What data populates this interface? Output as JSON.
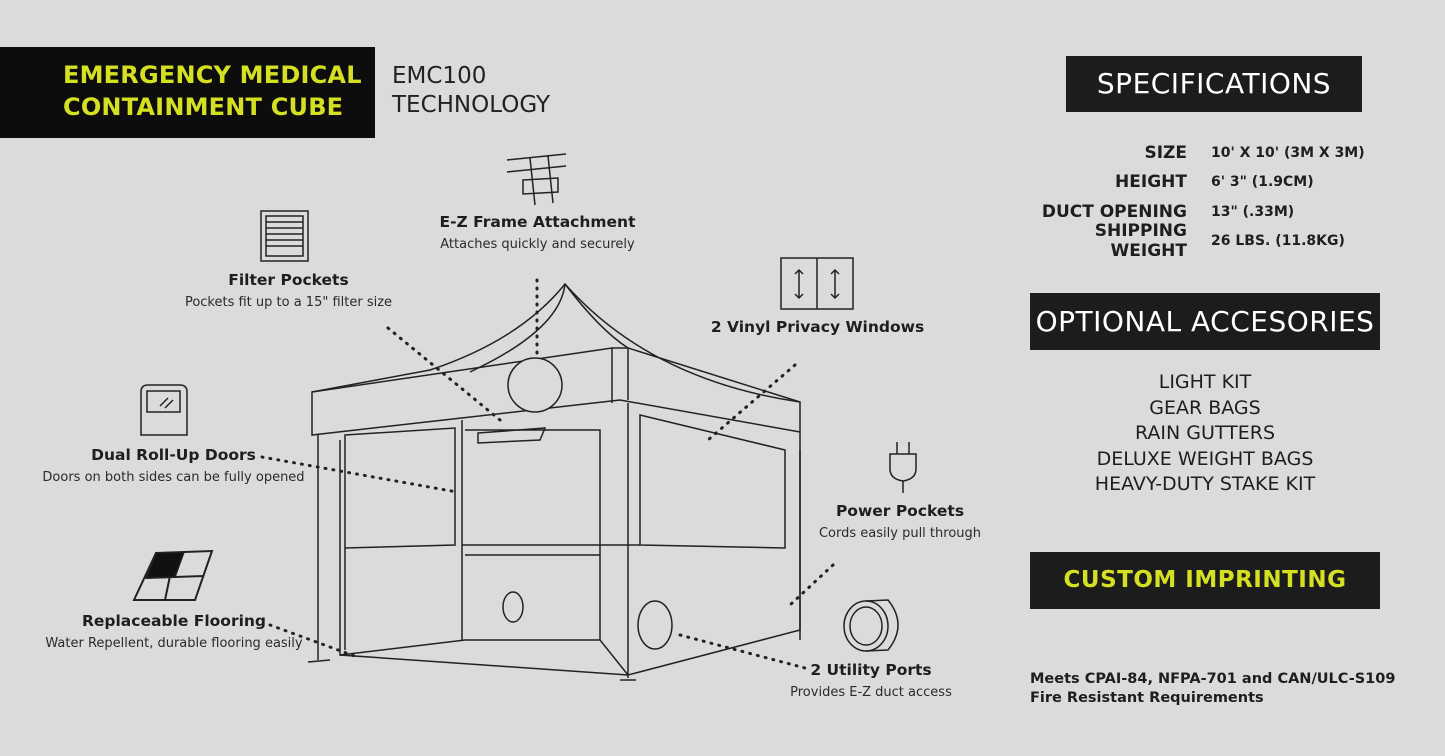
{
  "title": {
    "line1": "EMERGENCY MEDICAL",
    "line2": "CONTAINMENT CUBE"
  },
  "model": {
    "line1": "EMC100",
    "line2": "TECHNOLOGY"
  },
  "specifications": {
    "heading": "SPECIFICATIONS",
    "rows": [
      {
        "label": "SIZE",
        "value": "10' X 10' (3M X 3M)"
      },
      {
        "label": "HEIGHT",
        "value": "6' 3\" (1.9CM)"
      },
      {
        "label": "DUCT OPENING",
        "value": "13\" (.33M)"
      },
      {
        "label": "SHIPPING WEIGHT",
        "value": "26 LBS. (11.8KG)"
      }
    ]
  },
  "accessories": {
    "heading": "OPTIONAL ACCESORIES",
    "items": [
      "LIGHT KIT",
      "GEAR BAGS",
      "RAIN GUTTERS",
      "DELUXE WEIGHT BAGS",
      "HEAVY-DUTY STAKE KIT"
    ]
  },
  "imprinting": {
    "label": "CUSTOM IMPRINTING"
  },
  "compliance": {
    "line1": "Meets CPAI-84, NFPA-701 and CAN/ULC-S109",
    "line2": "Fire Resistant Requirements"
  },
  "callouts": {
    "frame": {
      "title": "E-Z Frame Attachment",
      "sub": "Attaches quickly and securely"
    },
    "filter": {
      "title": "Filter Pockets",
      "sub": "Pockets fit up to a 15\" filter size"
    },
    "windows": {
      "title": "2 Vinyl Privacy Windows"
    },
    "doors": {
      "title": "Dual Roll-Up Doors",
      "sub": "Doors on both sides can be fully opened"
    },
    "power": {
      "title": "Power Pockets",
      "sub": "Cords easily pull through"
    },
    "flooring": {
      "title": "Replaceable Flooring",
      "sub": "Water Repellent, durable flooring easily"
    },
    "ports": {
      "title": "2 Utility Ports",
      "sub": "Provides E-Z duct access"
    }
  },
  "colors": {
    "accent": "#d4e021",
    "dark": "#1c1c1c",
    "background": "#dcdbd9"
  }
}
